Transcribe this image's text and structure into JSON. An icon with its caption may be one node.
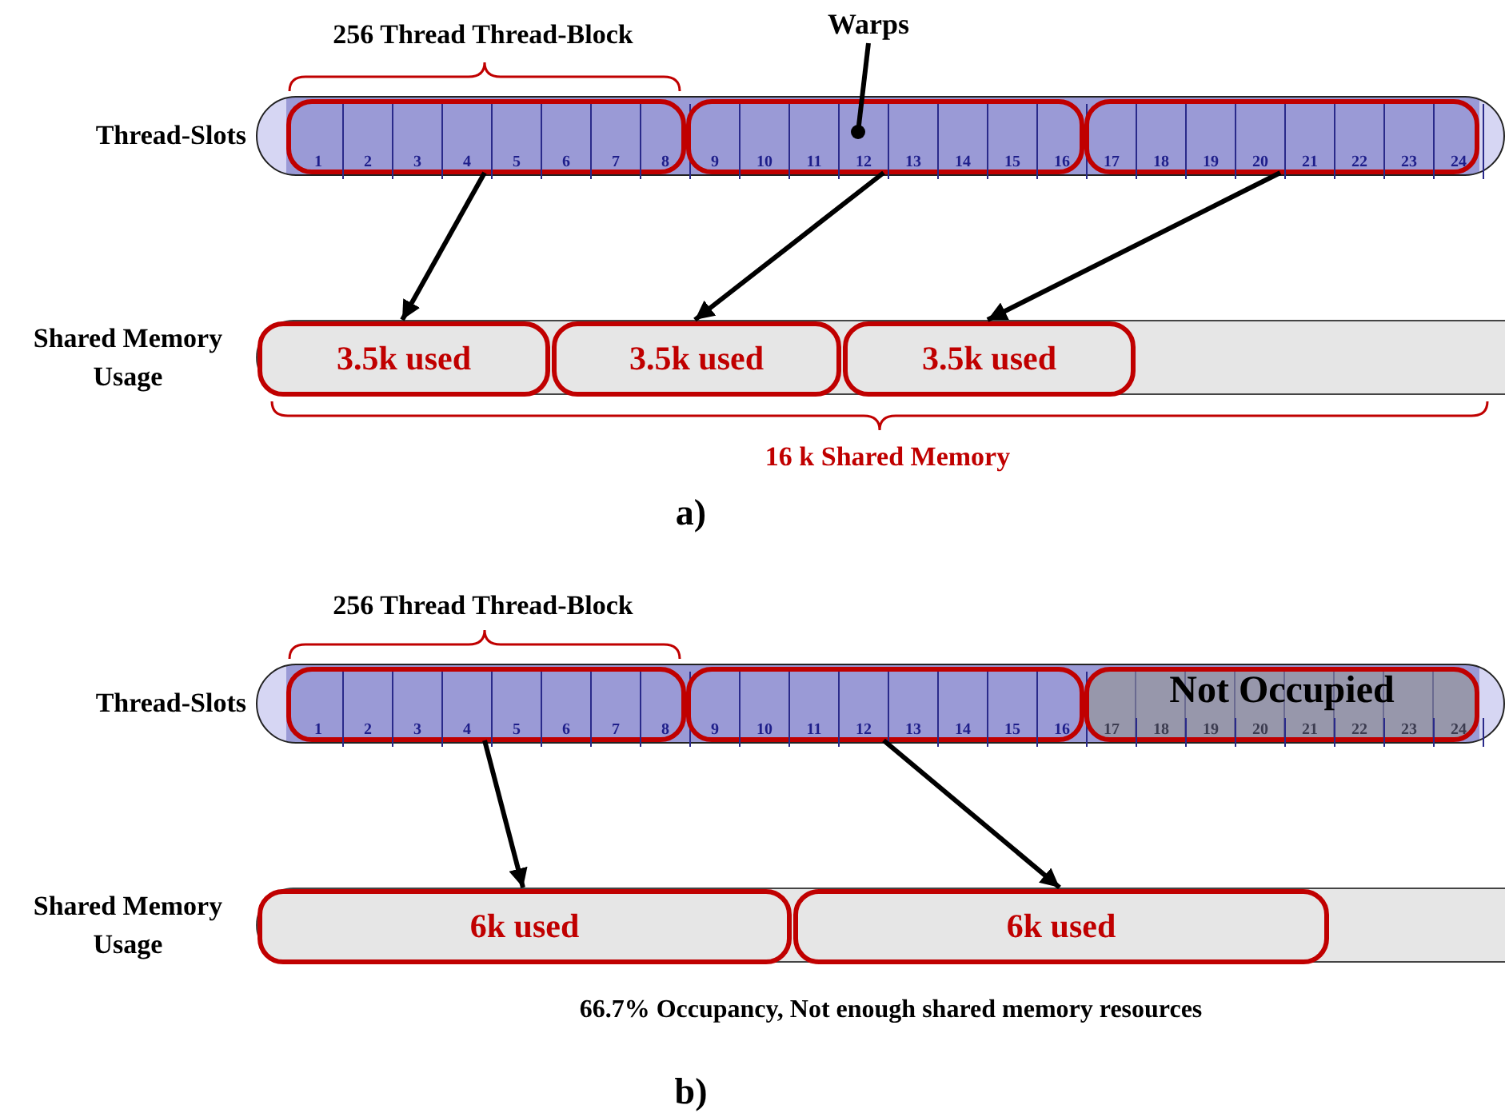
{
  "diagram": {
    "nodes": [
      {
        "text": [
          "Thread-Slots"
        ]
      },
      {
        "text": [],
        "shape": "box",
        "in": 0
      },
      {
        "text": [
          "1"
        ],
        "in": 1
      },
      {
        "text": [
          "2"
        ],
        "in": 1
      },
      {
        "text": [
          "3"
        ],
        "in": 1
      },
      {
        "text": [
          "4"
        ],
        "in": 1
      },
      {
        "text": [
          "5"
        ],
        "in": 1
      },
      {
        "text": [
          "6"
        ],
        "in": 1
      },
      {
        "text": [
          "7"
        ],
        "in": 1
      },
      {
        "text": [
          "8"
        ],
        "in": 1
      },
      {
        "text": [],
        "shape": "box",
        "in": 0
      },
      {
        "text": [
          "9"
        ],
        "in": 10
      },
      {
        "text": [
          "10"
        ],
        "in": 10
      },
      {
        "text": [
          "11"
        ],
        "in": 10
      },
      {
        "text": [
          "12"
        ],
        "in": 10
      },
      {
        "text": [
          "13"
        ],
        "in": 10
      },
      {
        "text": [
          "14"
        ],
        "in": 10
      },
      {
        "text": [
          "15"
        ],
        "in": 10
      },
      {
        "text": [
          "16"
        ],
        "in": 10
      },
      {
        "text": [],
        "shape": "box",
        "in": 0
      },
      {
        "text": [
          "17"
        ],
        "in": 19
      },
      {
        "text": [
          "18"
        ],
        "in": 19
      },
      {
        "text": [
          "19"
        ],
        "in": 19
      },
      {
        "text": [
          "20"
        ],
        "in": 19
      },
      {
        "text": [
          "21"
        ],
        "in": 19
      },
      {
        "text": [
          "22"
        ],
        "in": 19
      },
      {
        "text": [
          "23"
        ],
        "in": 19
      },
      {
        "text": [
          "24"
        ],
        "in": 19
      },
      {
        "text": [
          "Shared Memory Usage"
        ]
      },
      {
        "text": [
          "3.5k used"
        ],
        "in": 28
      },
      {
        "text": [
          "3.5k used"
        ],
        "in": 28
      },
      {
        "text": [
          "3.5k used"
        ],
        "in": 28
      },
      {
        "text": [
          "Warps"
        ]
      },
      {
        "text": [
          "Thread-Slots"
        ]
      },
      {
        "text": [],
        "shape": "box",
        "in": 33
      },
      {
        "text": [
          "1"
        ],
        "in": 34
      },
      {
        "text": [
          "2"
        ],
        "in": 34
      },
      {
        "text": [
          "3"
        ],
        "in": 34
      },
      {
        "text": [
          "4"
        ],
        "in": 34
      },
      {
        "text": [
          "5"
        ],
        "in": 34
      },
      {
        "text": [
          "6"
        ],
        "in": 34
      },
      {
        "text": [
          "7"
        ],
        "in": 34
      },
      {
        "text": [
          "8"
        ],
        "in": 34
      },
      {
        "text": [],
        "shape": "box",
        "in": 33
      },
      {
        "text": [
          "9"
        ],
        "in": 43
      },
      {
        "text": [
          "10"
        ],
        "in": 43
      },
      {
        "text": [
          "11"
        ],
        "in": 43
      },
      {
        "text": [
          "12"
        ],
        "in": 43
      },
      {
        "text": [
          "13"
        ],
        "in": 43
      },
      {
        "text": [
          "14"
        ],
        "in": 43
      },
      {
        "text": [
          "15"
        ],
        "in": 43
      },
      {
        "text": [
          "16"
        ],
        "in": 43
      },
      {
        "text": [
          "Not Occupied"
        ],
        "in": 33
      },
      {
        "text": [
          "17"
        ],
        "in": 52
      },
      {
        "text": [
          "18"
        ],
        "in": 52
      },
      {
        "text": [
          "19"
        ],
        "in": 52
      },
      {
        "text": [
          "20"
        ],
        "in": 52
      },
      {
        "text": [
          "21"
        ],
        "in": 52
      },
      {
        "text": [
          "22"
        ],
        "in": 52
      },
      {
        "text": [
          "23"
        ],
        "in": 52
      },
      {
        "text": [
          "24"
        ],
        "in": 52
      },
      {
        "text": [
          "Shared Memory Usage"
        ]
      },
      {
        "text": [
          "6k used"
        ],
        "in": 61
      },
      {
        "text": [
          "6k used"
        ],
        "in": 61
      }
    ],
    "edges": [
      {
        "from": 1,
        "to": 29,
        "arrow": "to"
      },
      {
        "from": 10,
        "to": 30,
        "arrow": "to"
      },
      {
        "from": 19,
        "to": 31,
        "arrow": "to"
      },
      {
        "from": 32,
        "to": 14,
        "arrow": "other"
      },
      {
        "from": 34,
        "to": 62,
        "arrow": "to"
      },
      {
        "from": 43,
        "to": 63,
        "arrow": "to"
      }
    ],
    "labels": [
      "256 Thread Thread-Block",
      "16 k Shared Memory",
      "a)",
      "256 Thread Thread-Block",
      "66.7% Occupancy, Not enough shared memory resources",
      "b)"
    ]
  }
}
